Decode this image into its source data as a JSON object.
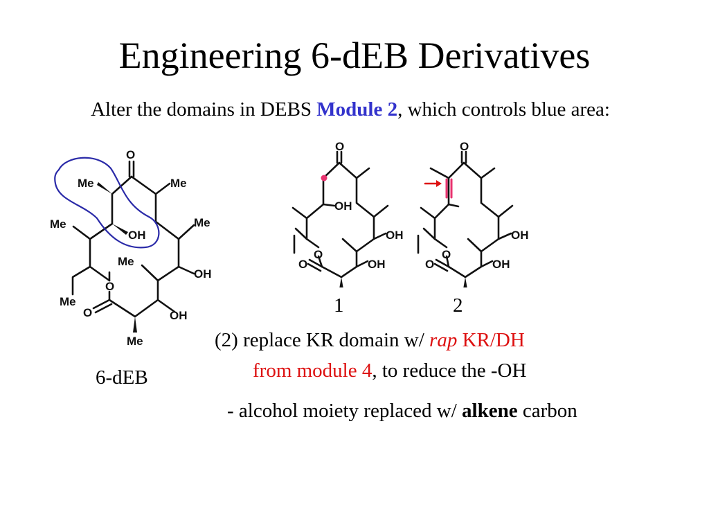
{
  "slide": {
    "title": "Engineering 6-dEB Derivatives",
    "subtitle_pre": "Alter the domains in DEBS ",
    "subtitle_highlight": "Module 2",
    "subtitle_post": ", which controls blue area:",
    "colors": {
      "highlight_blue": "#3333cc",
      "accent_red": "#dd1111",
      "outline_blue": "#2a2aa8",
      "marker_pink": "#e8336f"
    }
  },
  "structures": {
    "deb": {
      "caption": "6-dEB",
      "labels": {
        "me1": "Me",
        "me2": "Me",
        "me3": "Me",
        "me4": "Me",
        "me5": "Me",
        "me6": "Me",
        "me7": "Me",
        "oh1": "OH",
        "oh2": "OH",
        "oh3": "OH",
        "o_top": "O",
        "o_ring": "O",
        "o_carbonyl": "O"
      }
    },
    "compound1": {
      "caption": "1",
      "labels": {
        "o_top": "O",
        "oh1": "OH",
        "oh2": "OH",
        "oh3": "OH",
        "o_ring": "O",
        "o_carbonyl": "O"
      }
    },
    "compound2": {
      "caption": "2",
      "labels": {
        "o_top": "O",
        "oh1": "OH",
        "oh2": "OH",
        "o_ring": "O",
        "o_carbonyl": "O"
      }
    }
  },
  "notes": {
    "step_prefix": "(2) replace KR domain w/ ",
    "step_rap": "rap",
    "step_krdh": " KR/DH",
    "step_module": "from module 4",
    "step_suffix": ", to reduce the -OH",
    "bullet_prefix": "- alcohol moiety replaced w/ ",
    "bullet_bold": "alkene",
    "bullet_suffix": " carbon"
  }
}
